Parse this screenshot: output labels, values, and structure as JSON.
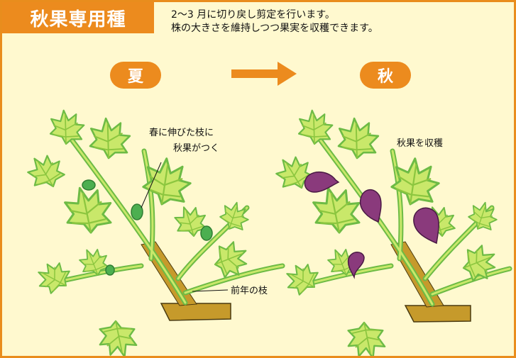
{
  "header": {
    "title": "秋果専用種",
    "description_line1": "2～3 月に切り戻し剪定を行います。",
    "description_line2": "株の大きさを維持しつつ果実を収穫できます。"
  },
  "seasons": {
    "summer": "夏",
    "autumn": "秋"
  },
  "annotations": {
    "spring_branch_line1": "春に伸びた枝に",
    "spring_branch_line2": "秋果がつく",
    "previous_year_branch": "前年の枝",
    "autumn_harvest": "秋果を収穫"
  },
  "colors": {
    "frame_orange": "#e98d1d",
    "accent_orange": "#ec8b1e",
    "background": "#fff9cf",
    "leaf_light": "#c9e86a",
    "leaf_dark": "#6dbb45",
    "trunk": "#c69a2b",
    "green_fruit": "#4caf50",
    "purple_fig": "#8a3a7c"
  }
}
